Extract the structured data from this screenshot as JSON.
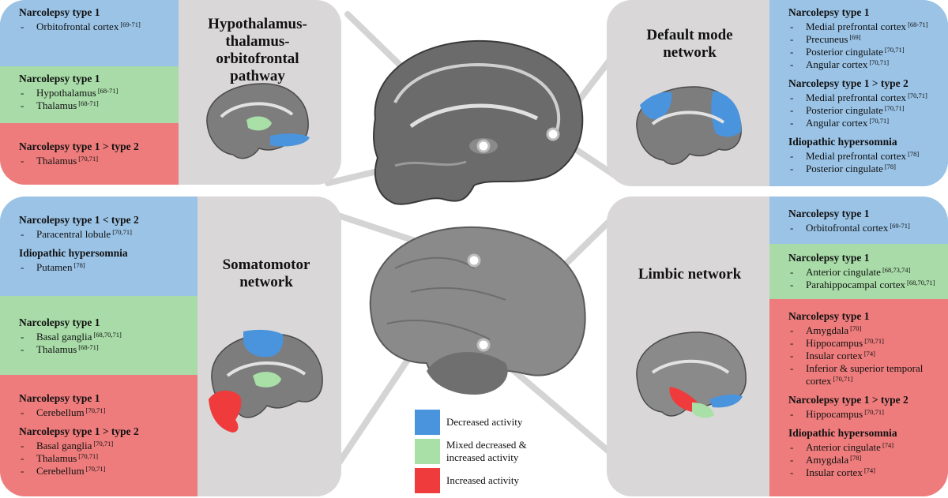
{
  "legend": [
    {
      "label": "Decreased activity",
      "color": "#4a94dd"
    },
    {
      "label": "Mixed decreased & increased activity",
      "color": "#a8e0a8"
    },
    {
      "label": "Increased activity",
      "color": "#ef3b3b"
    }
  ],
  "panels": {
    "hto": {
      "title": "Hypothalamus-thalamus-orbitofrontal pathway",
      "blue": {
        "heading": "Narcolepsy type 1",
        "items": [
          {
            "text": "Orbitofrontal cortex",
            "ref": "[69-71]"
          }
        ]
      },
      "green": {
        "heading": "Narcolepsy type 1",
        "items": [
          {
            "text": "Hypothalamus",
            "ref": "[68-71]"
          },
          {
            "text": "Thalamus",
            "ref": "[68-71]"
          }
        ]
      },
      "red": {
        "heading": "Narcolepsy type 1 > type 2",
        "items": [
          {
            "text": "Thalamus",
            "ref": "[70,71]"
          }
        ]
      }
    },
    "dmn": {
      "title": "Default mode network",
      "groups": [
        {
          "heading": "Narcolepsy type 1",
          "items": [
            {
              "text": "Medial prefrontal cortex",
              "ref": "[68-71]"
            },
            {
              "text": "Precuneus",
              "ref": "[69]"
            },
            {
              "text": "Posterior cingulate",
              "ref": "[70,71]"
            },
            {
              "text": "Angular cortex",
              "ref": "[70,71]"
            }
          ]
        },
        {
          "heading": "Narcolepsy type 1 > type 2",
          "items": [
            {
              "text": "Medial prefrontal cortex",
              "ref": "[70,71]"
            },
            {
              "text": "Posterior cingulate",
              "ref": "[70,71]"
            },
            {
              "text": "Angular cortex",
              "ref": "[70,71]"
            }
          ]
        },
        {
          "heading": "Idiopathic hypersomnia",
          "items": [
            {
              "text": "Medial prefrontal cortex",
              "ref": "[78]"
            },
            {
              "text": "Posterior cingulate",
              "ref": "[78]"
            }
          ]
        }
      ]
    },
    "smn": {
      "title": "Somatomotor network",
      "blue": [
        {
          "heading": "Narcolepsy type 1 < type 2",
          "items": [
            {
              "text": "Paracentral lobule",
              "ref": "[70,71]"
            }
          ]
        },
        {
          "heading": "Idiopathic hypersomnia",
          "items": [
            {
              "text": "Putamen",
              "ref": "[78]"
            }
          ]
        }
      ],
      "green": {
        "heading": "Narcolepsy type 1",
        "items": [
          {
            "text": "Basal ganglia",
            "ref": "[68,70,71]"
          },
          {
            "text": "Thalamus",
            "ref": "[68-71]"
          }
        ]
      },
      "red": [
        {
          "heading": "Narcolepsy type 1",
          "items": [
            {
              "text": "Cerebellum",
              "ref": "[70,71]"
            }
          ]
        },
        {
          "heading": "Narcolepsy type 1 > type 2",
          "items": [
            {
              "text": "Basal ganglia",
              "ref": "[70,71]"
            },
            {
              "text": "Thalamus",
              "ref": "[70,71]"
            },
            {
              "text": "Cerebellum",
              "ref": "[70,71]"
            }
          ]
        }
      ]
    },
    "limbic": {
      "title": "Limbic network",
      "blue": {
        "heading": "Narcolepsy type 1",
        "items": [
          {
            "text": "Orbitofrontal cortex",
            "ref": "[69-71]"
          }
        ]
      },
      "green": {
        "heading": "Narcolepsy type 1",
        "items": [
          {
            "text": "Anterior cingulate",
            "ref": "[68,73,74]"
          },
          {
            "text": "Parahippocampal cortex",
            "ref": "[68,70,71]"
          }
        ]
      },
      "red": [
        {
          "heading": "Narcolepsy type 1",
          "items": [
            {
              "text": "Amygdala",
              "ref": "[70]"
            },
            {
              "text": "Hippocampus",
              "ref": "[70,71]"
            },
            {
              "text": "Insular cortex",
              "ref": "[74]"
            },
            {
              "text": "Inferior & superior temporal cortex",
              "ref": "[70,71]"
            }
          ]
        },
        {
          "heading": "Narcolepsy type 1 > type 2",
          "items": [
            {
              "text": "Hippocampus",
              "ref": "[70,71]"
            }
          ]
        },
        {
          "heading": "Idiopathic hypersomnia",
          "items": [
            {
              "text": "Anterior cingulate",
              "ref": "[74]"
            },
            {
              "text": "Amygdala",
              "ref": "[78]"
            },
            {
              "text": "Insular cortex",
              "ref": "[74]"
            }
          ]
        }
      ]
    }
  }
}
